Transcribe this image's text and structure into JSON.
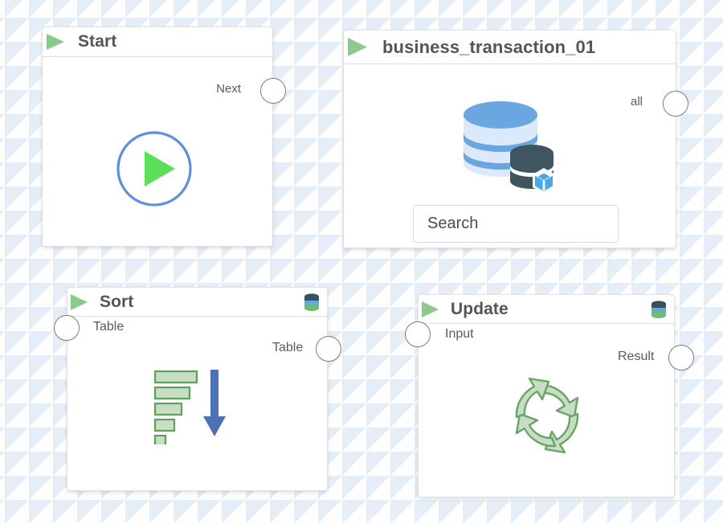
{
  "canvas": {
    "grid_marker_color": "#c9dcec",
    "background_color": "#fdfdfe"
  },
  "theme": {
    "title_color": "#555555",
    "play_green": "#8cc98c",
    "port_stroke": "#7a7a7a",
    "label_color": "#5a5a5a",
    "start_circle_blue": "#5b8fe0",
    "start_play_green": "#5ce05c",
    "db_blue_light": "#d6e6fa",
    "db_blue_dark": "#5f9fe0",
    "db_slate": "#3f5560",
    "cube_blue": "#4aa8e8",
    "bar_green_fill": "#c5dfc0",
    "bar_green_stroke": "#5f9e5f",
    "arrow_blue": "#4c71b5",
    "refresh_green_fill": "#c8dec2",
    "refresh_green_stroke": "#6aa368"
  },
  "nodes": [
    {
      "id": "start",
      "title": "Start",
      "header_icon": "play-triangle-icon",
      "center_icon": "play-circle-icon",
      "ports": [
        {
          "name": "Next",
          "side": "output",
          "label": "Next"
        }
      ]
    },
    {
      "id": "business_transaction_01",
      "title": "business_transaction_01",
      "header_icon": "play-triangle-icon",
      "center_icon": "database-cube-icon",
      "search": {
        "value": "Search",
        "placeholder": "Search"
      },
      "ports": [
        {
          "name": "all",
          "side": "output",
          "label": "all"
        }
      ]
    },
    {
      "id": "sort",
      "title": "Sort",
      "header_icon": "play-triangle-icon",
      "header_badge_icon": "database-stack-icon",
      "center_icon": "sort-bars-arrow-icon",
      "ports": [
        {
          "name": "Table-in",
          "side": "input",
          "label": "Table"
        },
        {
          "name": "Table-out",
          "side": "output",
          "label": "Table"
        }
      ]
    },
    {
      "id": "update",
      "title": "Update",
      "header_icon": "play-triangle-icon",
      "header_badge_icon": "database-stack-icon",
      "center_icon": "refresh-cycle-icon",
      "ports": [
        {
          "name": "Input",
          "side": "input",
          "label": "Input"
        },
        {
          "name": "Result",
          "side": "output",
          "label": "Result"
        }
      ]
    }
  ]
}
